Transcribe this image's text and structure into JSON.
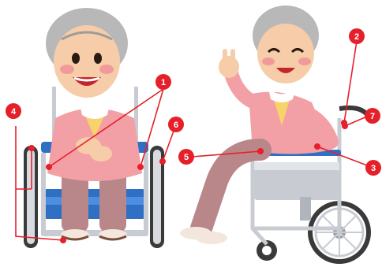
{
  "colors": {
    "callout_red": "#e6202a",
    "cardigan_pink": "#f2a0a6",
    "hair_gray": "#b8b8b8",
    "skin": "#f6cda8",
    "pants_mauve": "#b9868a",
    "seat_blue": "#2f6fc4",
    "frame_silver": "#c8ccd2"
  },
  "callouts": [
    {
      "id": "1",
      "label": "1"
    },
    {
      "id": "2",
      "label": "2"
    },
    {
      "id": "3",
      "label": "3"
    },
    {
      "id": "4",
      "label": "4"
    },
    {
      "id": "5",
      "label": "5"
    },
    {
      "id": "6",
      "label": "6"
    },
    {
      "id": "7",
      "label": "7"
    }
  ]
}
